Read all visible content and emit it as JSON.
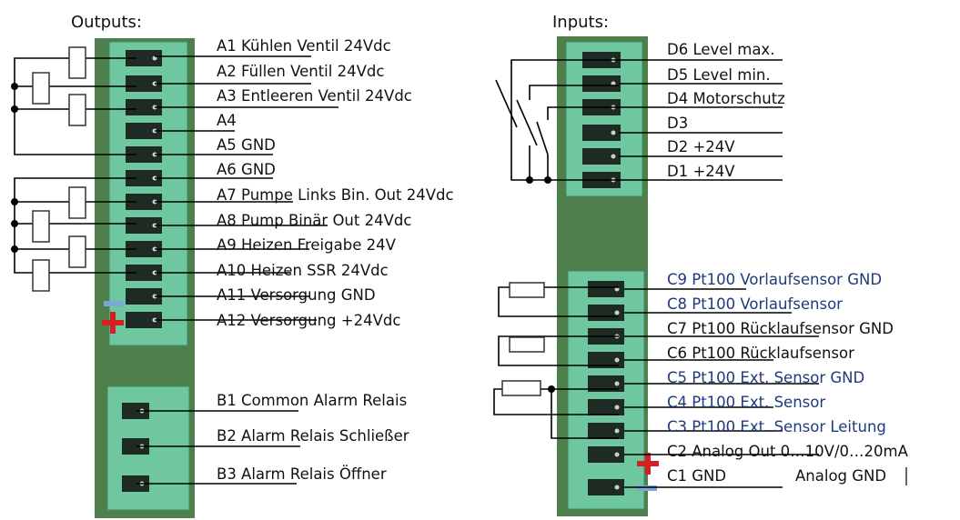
{
  "outputs_title": "Outputs:",
  "inputs_title": "Inputs:",
  "outputs": [
    {
      "id": "A1",
      "label": "A1 Kühlen Ventil 24Vdc"
    },
    {
      "id": "A2",
      "label": "A2 Füllen Ventil 24Vdc"
    },
    {
      "id": "A3",
      "label": "A3 Entleeren Ventil 24Vdc"
    },
    {
      "id": "A4",
      "label": "A4"
    },
    {
      "id": "A5",
      "label": "A5 GND"
    },
    {
      "id": "A6",
      "label": "A6 GND"
    },
    {
      "id": "A7",
      "label": "A7 Pumpe Links Bin. Out 24Vdc"
    },
    {
      "id": "A8",
      "label": "A8 Pump Binär Out 24Vdc"
    },
    {
      "id": "A9",
      "label": "A9 Heizen Freigabe 24V"
    },
    {
      "id": "A10",
      "label": "A10 Heizen SSR 24Vdc"
    },
    {
      "id": "A11",
      "label": "A11 Versorgung GND"
    },
    {
      "id": "A12",
      "label": "A12 Versorgung +24Vdc"
    }
  ],
  "relays": [
    {
      "id": "B1",
      "label": "B1 Common Alarm Relais"
    },
    {
      "id": "B2",
      "label": "B2 Alarm Relais Schließer"
    },
    {
      "id": "B3",
      "label": "B3 Alarm Relais Öffner"
    }
  ],
  "digital_inputs": [
    {
      "id": "D6",
      "label": "D6 Level max."
    },
    {
      "id": "D5",
      "label": "D5 Level min."
    },
    {
      "id": "D4",
      "label": "D4 Motorschutz"
    },
    {
      "id": "D3",
      "label": "D3"
    },
    {
      "id": "D2",
      "label": "D2 +24V"
    },
    {
      "id": "D1",
      "label": "D1 +24V"
    }
  ],
  "analog_inputs": [
    {
      "id": "C9",
      "label": "C9 Pt100 Vorlaufsensor GND",
      "color": "blue"
    },
    {
      "id": "C8",
      "label": "C8 Pt100 Vorlaufsensor",
      "color": "blue"
    },
    {
      "id": "C7",
      "label": "C7 Pt100 Rücklaufsensor GND",
      "color": "black"
    },
    {
      "id": "C6",
      "label": "C6 Pt100 Rücklaufsensor",
      "color": "black"
    },
    {
      "id": "C5",
      "label": "C5 Pt100 Ext. Sensor GND",
      "color": "blue"
    },
    {
      "id": "C4",
      "label": "C4 Pt100 Ext. Sensor",
      "color": "blue"
    },
    {
      "id": "C3",
      "label": "C3 Pt100 Ext. Sensor Leitung",
      "color": "blue"
    },
    {
      "id": "C2",
      "label": "C2 Analog Out 0…10V/0…20mA",
      "color": "black"
    },
    {
      "id": "C1",
      "label": "C1 GND",
      "color": "black"
    }
  ],
  "c1_note": "Analog GND",
  "colors": {
    "pcb": "#4f7f4a",
    "terminal": "#6fc7a0",
    "blue_text": "#1f3a7a",
    "plus_marker": "#d42020",
    "minus_marker": "#7aa7d6"
  }
}
